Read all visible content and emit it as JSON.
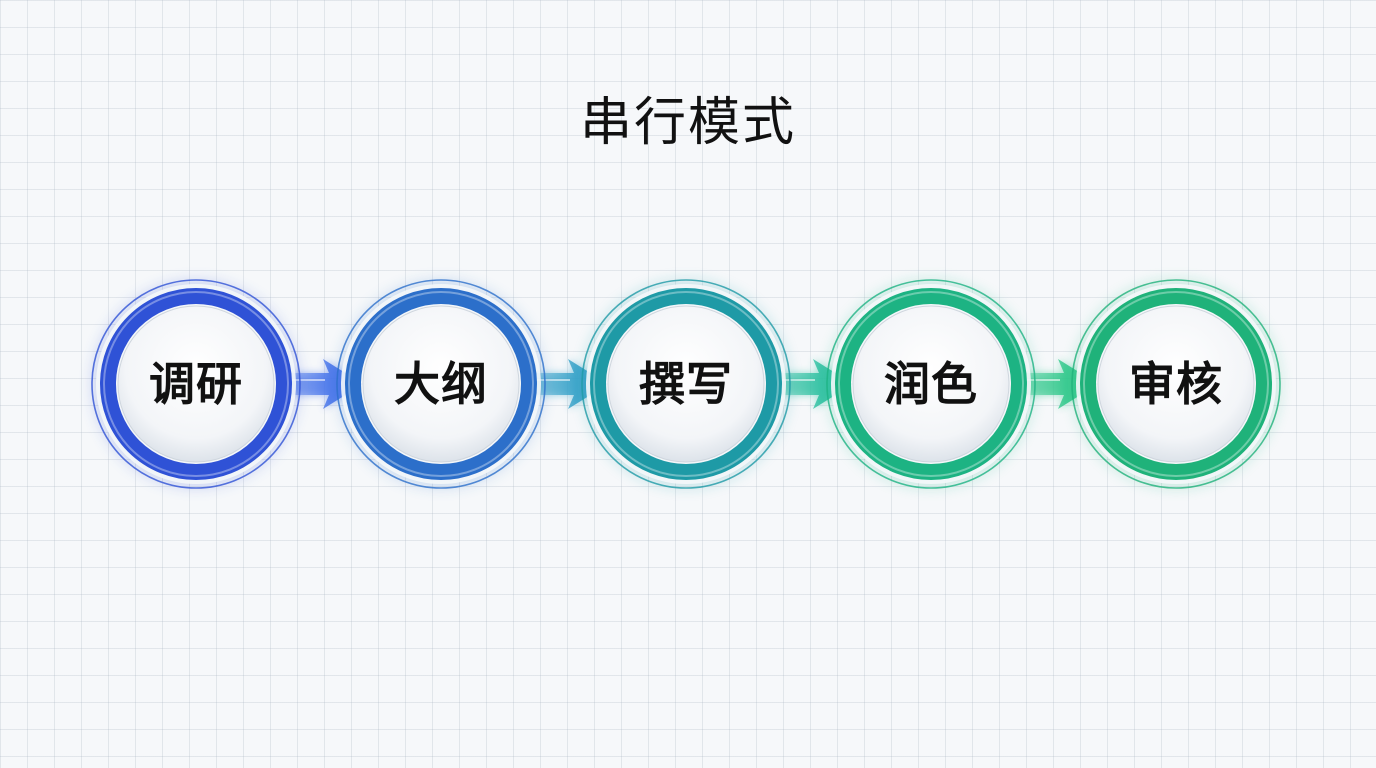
{
  "title": "串行模式",
  "steps": [
    {
      "label": "调研",
      "color": "#2f52d6"
    },
    {
      "label": "大纲",
      "color": "#2c6fca"
    },
    {
      "label": "撰写",
      "color": "#1e9aa6"
    },
    {
      "label": "润色",
      "color": "#1db383"
    },
    {
      "label": "审核",
      "color": "#1fb27a"
    }
  ],
  "arrow_colors": [
    "#4472ea",
    "#33a0c8",
    "#2cc0a0",
    "#2fc88a"
  ]
}
